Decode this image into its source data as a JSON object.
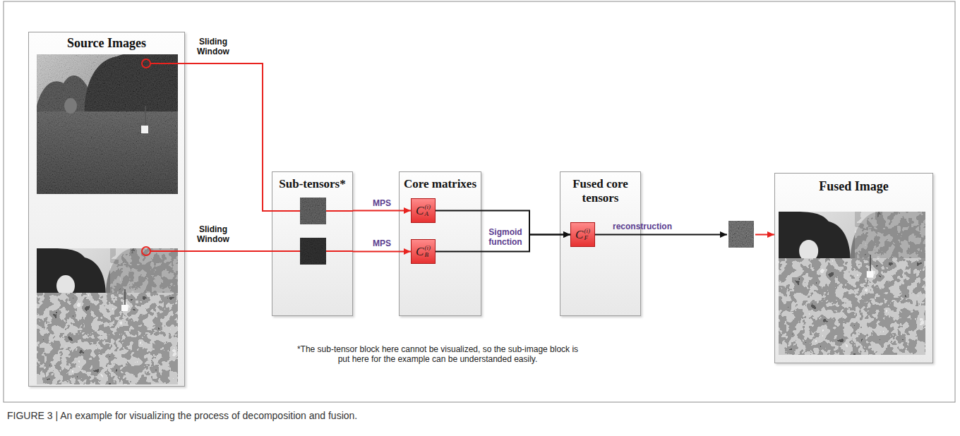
{
  "diagram": {
    "caption": "FIGURE 3 | An example for visualizing the process of decomposition and fusion.",
    "nodes": [
      {
        "text": [
          "Source Images"
        ]
      },
      {
        "text": [
          "Sub-tensors*"
        ]
      },
      {
        "text": [
          "Core matrixes"
        ]
      },
      {
        "text": [
          "C",
          "(i)",
          "A"
        ],
        "in": 2
      },
      {
        "text": [
          "C",
          "(i)",
          "B"
        ],
        "in": 2
      },
      {
        "text": [
          "Fused core tensors"
        ]
      },
      {
        "text": [
          "C",
          "(i)",
          "F"
        ],
        "in": 5
      },
      {
        "text": [
          "Fused Image"
        ]
      }
    ],
    "edges": [
      {
        "from": 0,
        "to": 1,
        "label": "Sliding Window",
        "arrow": "none"
      },
      {
        "from": 0,
        "to": 1,
        "label": "Sliding Window",
        "arrow": "none"
      },
      {
        "from": 1,
        "to": 3,
        "label": "MPS",
        "arrow": "to"
      },
      {
        "from": 1,
        "to": 4,
        "label": "MPS",
        "arrow": "to"
      },
      {
        "from": 3,
        "to": 6,
        "label": "Sigmoid function",
        "arrow": "to"
      },
      {
        "from": 4,
        "to": 6,
        "arrow": "to"
      },
      {
        "from": 6,
        "to": 7,
        "label": "reconstruction",
        "arrow": "to"
      }
    ],
    "labels": [
      "*The sub-tensor block here cannot be visualized, so the sub-image block is put here for the example can be understanded easily."
    ]
  }
}
